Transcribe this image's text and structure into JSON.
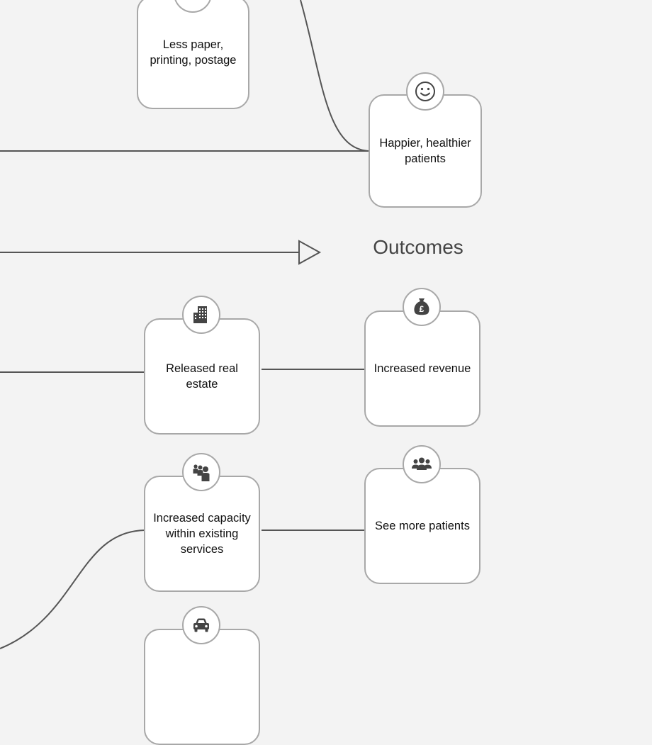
{
  "diagram": {
    "section_heading": "Outcomes",
    "nodes": [
      {
        "id": "less-paper",
        "label": "Less  paper, printing, postage",
        "icon": "paper-icon"
      },
      {
        "id": "happier-patients",
        "label": "Happier, healthier patients",
        "icon": "smiley-face-icon"
      },
      {
        "id": "released-real-estate",
        "label": "Released real estate",
        "icon": "building-icon"
      },
      {
        "id": "increased-revenue",
        "label": "Increased revenue",
        "icon": "money-bag-pound-icon"
      },
      {
        "id": "increased-capacity",
        "label": "Increased capacity within existing services",
        "icon": "people-group-icon"
      },
      {
        "id": "see-more-patients",
        "label": "See more patients",
        "icon": "users-icon"
      },
      {
        "id": "transport-node",
        "label": "",
        "icon": "car-icon"
      }
    ],
    "colors": {
      "background": "#f3f3f3",
      "node_border": "#a8a8a8",
      "connector": "#555555",
      "icon": "#444444",
      "heading_text": "#444444"
    }
  }
}
